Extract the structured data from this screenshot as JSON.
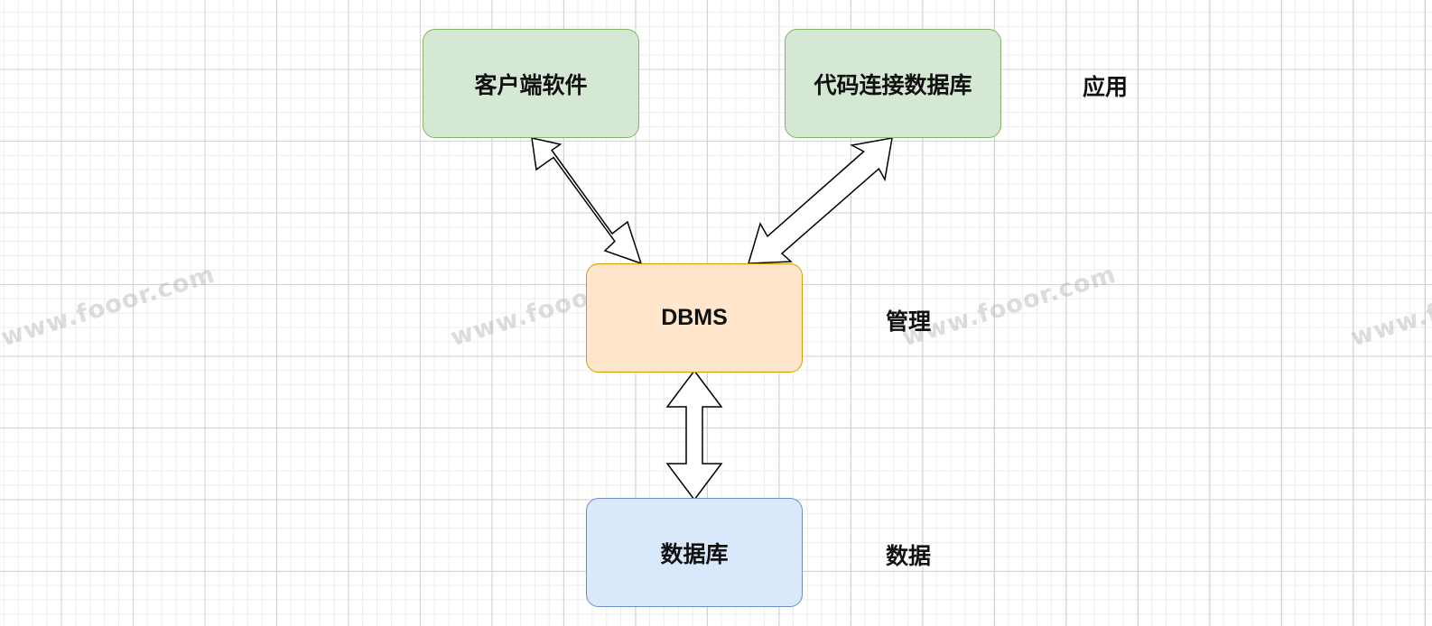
{
  "nodes": {
    "client_software": "客户端软件",
    "code_connect": "代码连接数据库",
    "dbms": "DBMS",
    "database": "数据库"
  },
  "layer_labels": {
    "application": "应用",
    "management": "管理",
    "data": "数据"
  },
  "watermark": "www.fooor.com",
  "colors": {
    "application_fill": "#d5e8d4",
    "application_stroke": "#82b366",
    "dbms_fill": "#ffe6cc",
    "dbms_stroke": "#d79b00",
    "database_fill": "#dae8fc",
    "database_stroke": "#6c8ebf"
  }
}
